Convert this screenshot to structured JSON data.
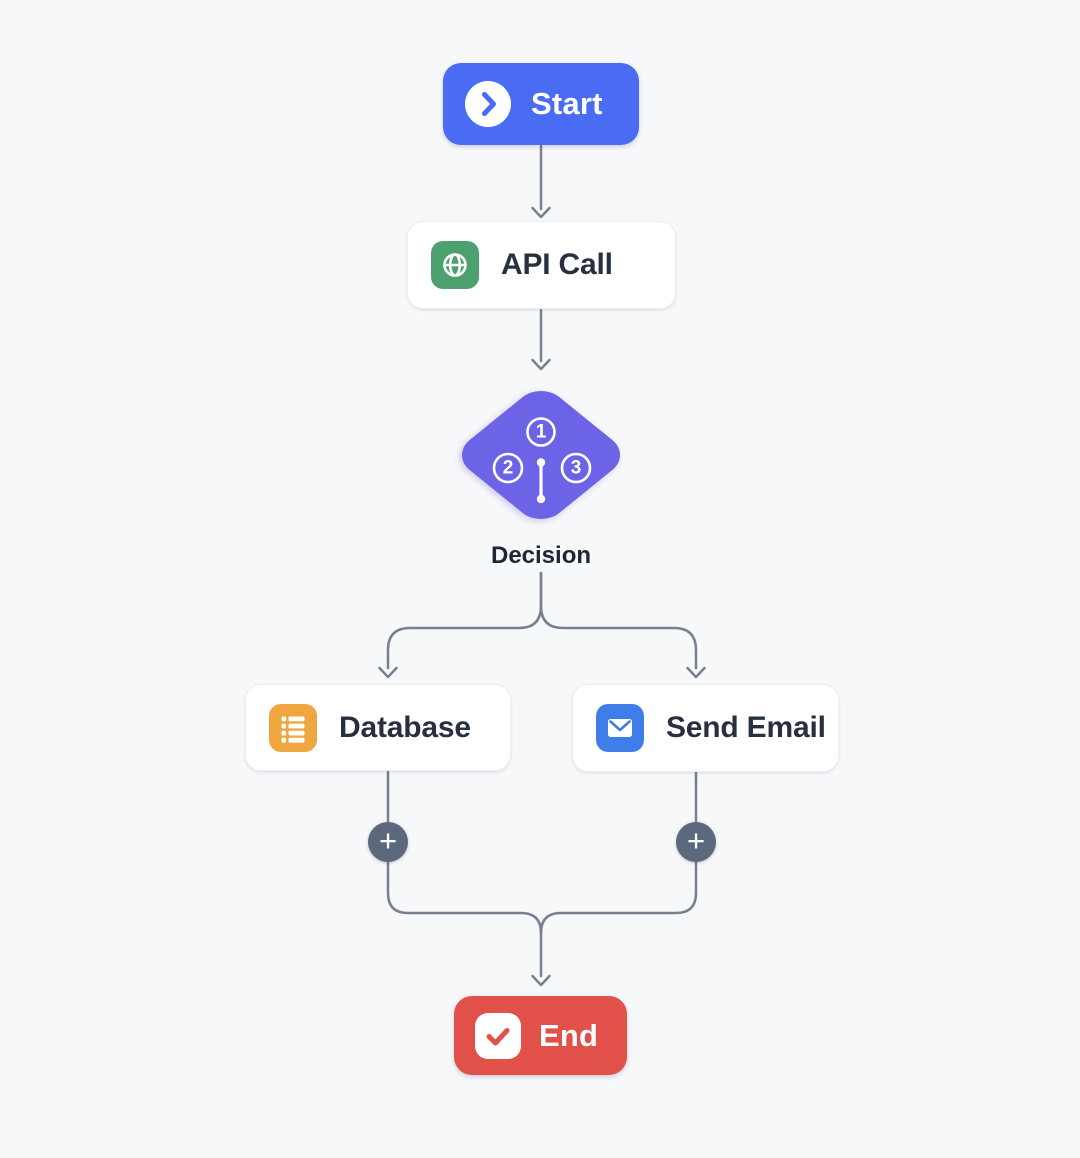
{
  "flow": {
    "background_color": "#F7F8FA",
    "connector_color": "#76808F",
    "nodes": {
      "start": {
        "label": "Start",
        "color": "#4A6CF4",
        "icon": "chevron-right-icon"
      },
      "api_call": {
        "label": "API Call",
        "icon": "globe-icon",
        "icon_color": "#4DA16F"
      },
      "decision": {
        "label": "Decision",
        "color": "#6C63E6",
        "icon": "branch-steps-icon",
        "badges": [
          "1",
          "2",
          "3"
        ]
      },
      "database": {
        "label": "Database",
        "icon": "table-rows-icon",
        "icon_color": "#F0A63E"
      },
      "send_email": {
        "label": "Send Email",
        "icon": "envelope-icon",
        "icon_color": "#3F7EE8"
      },
      "end": {
        "label": "End",
        "color": "#E25149",
        "icon": "checkmark-icon"
      }
    },
    "add_step_buttons": [
      {
        "symbol": "+",
        "branch": "left"
      },
      {
        "symbol": "+",
        "branch": "right"
      }
    ]
  }
}
